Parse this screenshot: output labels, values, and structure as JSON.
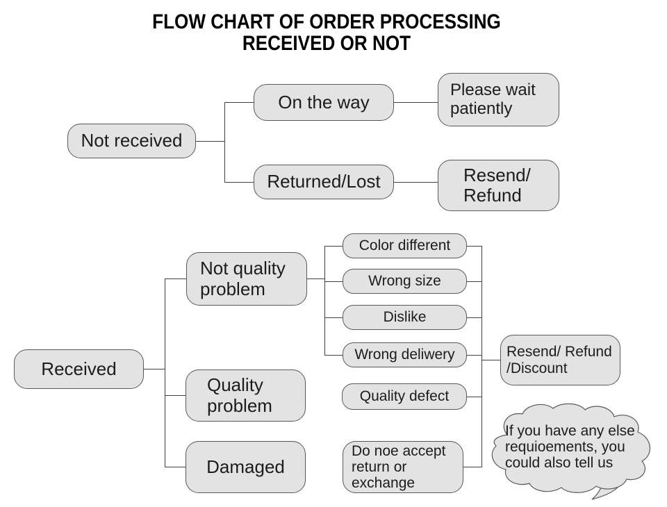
{
  "title": {
    "line1": "FLOW CHART OF ORDER PROCESSING",
    "line2": "RECEIVED OR NOT"
  },
  "colors": {
    "background": "#ffffff",
    "node_fill": "#e3e3e3",
    "node_border": "#595959",
    "connector": "#404040",
    "text": "#1c1c1c",
    "title_text": "#000000"
  },
  "flowchart": {
    "top": {
      "root": "Not received",
      "branch1": "On the way",
      "branch1_result": "Please wait\npatiently",
      "branch2": "Returned/Lost",
      "branch2_result": "Resend/\nRefund"
    },
    "bottom": {
      "root": "Received",
      "branch1": "Not quality\nproblem",
      "branch1_children": [
        "Color different",
        "Wrong size",
        "Dislike",
        "Wrong deliwery"
      ],
      "branch2": "Quality\nproblem",
      "branch2_child": "Quality defect",
      "branch3": "Damaged",
      "branch3_child": "Do noe accept\nreturn or\nexchange",
      "result": "Resend/ Refund\n/Discount"
    },
    "note": "If you have any else\nrequioements, you\ncould also tell us"
  }
}
